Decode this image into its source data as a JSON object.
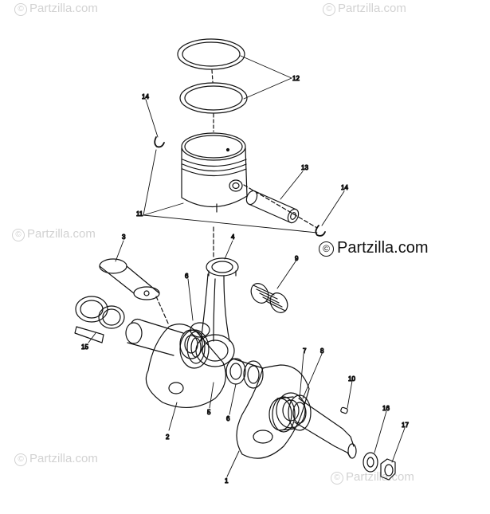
{
  "watermark": {
    "symbol": "©",
    "text": "Partzilla.com"
  },
  "callouts": {
    "c1": "1",
    "c2": "2",
    "c3": "3",
    "c4": "4",
    "c5": "5",
    "c6a": "6",
    "c6b": "6",
    "c7": "7",
    "c8": "8",
    "c9": "9",
    "c10": "10",
    "c11": "11",
    "c12": "12",
    "c13": "13",
    "c14a": "14",
    "c14b": "14",
    "c15": "15",
    "c16": "16",
    "c17": "17"
  }
}
